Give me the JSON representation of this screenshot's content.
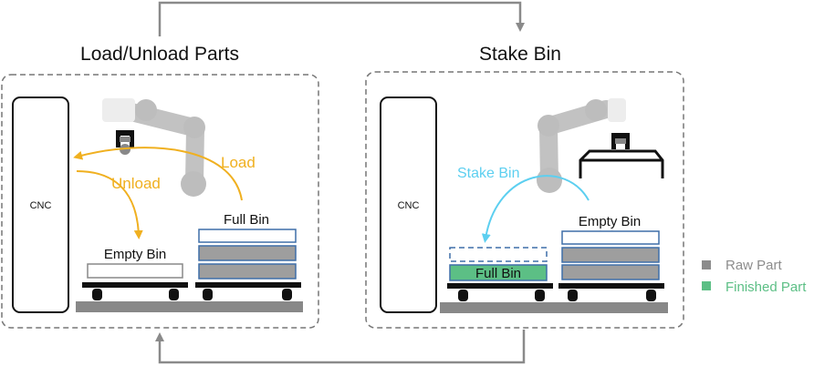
{
  "left_panel": {
    "title": "Load/Unload Parts",
    "machine_label": "CNC",
    "load_label": "Load",
    "unload_label": "Unload",
    "empty_bin_label": "Empty Bin",
    "full_bin_label": "Full Bin"
  },
  "right_panel": {
    "title": "Stake Bin",
    "machine_label": "CNC",
    "stake_bin_label": "Stake Bin",
    "full_bin_label": "Full Bin",
    "empty_bin_label": "Empty Bin"
  },
  "legend": {
    "raw_part": {
      "label": "Raw Part",
      "color": "#8c8c8c"
    },
    "finished_part": {
      "label": "Finished Part",
      "color": "#5cbf85"
    }
  },
  "colors": {
    "load_arrow": "#f0b020",
    "stake_arrow": "#5ccff0",
    "bin_outline": "#3f6fa8",
    "robot_gray": "#b8b8b8",
    "flow_arrow": "#8a8a8a"
  }
}
